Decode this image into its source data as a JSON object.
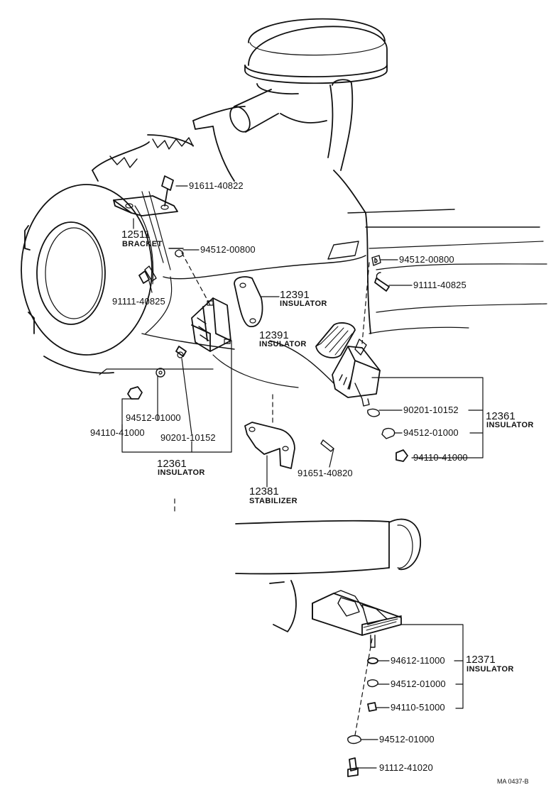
{
  "colors": {
    "ink": "#111111",
    "paper": "#ffffff"
  },
  "labels": {
    "p_91611_40822": "91611-40822",
    "n_12511": "12511",
    "t_bracket": "BRACKET",
    "p_94512_00800_a": "94512-00800",
    "p_94512_00800_b": "94512-00800",
    "p_91111_40825_a": "91111-40825",
    "p_91111_40825_b": "91111-40825",
    "n_12391_a": "12391",
    "t_insulator_a": "INSULATOR",
    "n_12391_b": "12391",
    "t_insulator_b": "INSULATOR",
    "p_94512_01000_a": "94512-01000",
    "p_94110_41000_a": "94110-41000",
    "p_90201_10152_a": "90201-10152",
    "n_12361_a": "12361",
    "t_insulator_c": "INSULATOR",
    "p_90201_10152_b": "90201-10152",
    "n_12361_b": "12361",
    "t_insulator_d": "INSULATOR",
    "p_94512_01000_b": "94512-01000",
    "p_94110_41000_b": "94110-41000",
    "p_91651_40820": "91651-40820",
    "n_12381": "12381",
    "t_stabilizer": "STABILIZER",
    "p_94612_11000": "94612-11000",
    "n_12371": "12371",
    "t_insulator_e": "INSULATOR",
    "p_94512_01000_c": "94512-01000",
    "p_94110_51000": "94110-51000",
    "p_94512_01000_d": "94512-01000",
    "p_91112_41020": "91112-41020",
    "code": "MA 0437-B"
  }
}
